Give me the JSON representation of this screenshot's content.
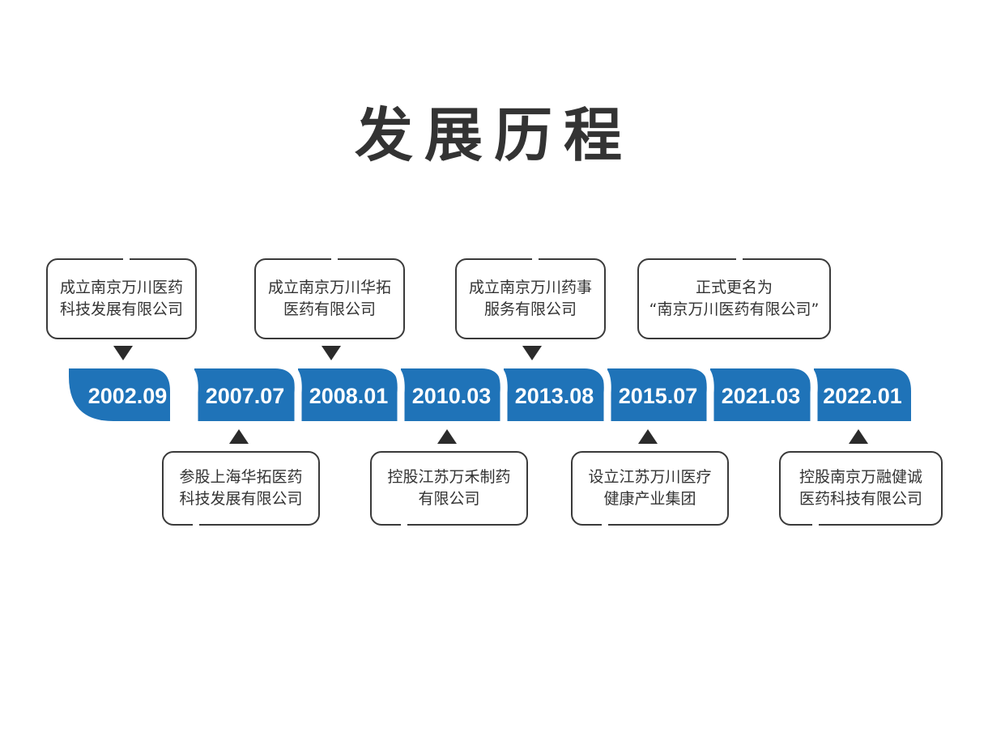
{
  "title": "发展历程",
  "colors": {
    "accent": "#1f73b8",
    "border": "#3a3a3a",
    "text": "#333333"
  },
  "milestones": [
    {
      "date": "2002.09",
      "position": "top",
      "lines": [
        "成立南京万川医药",
        "科技发展有限公司"
      ]
    },
    {
      "date": "2007.07",
      "position": "bottom",
      "lines": [
        "参股上海华拓医药",
        "科技发展有限公司"
      ]
    },
    {
      "date": "2008.01",
      "position": "top",
      "lines": [
        "成立南京万川华拓",
        "医药有限公司"
      ]
    },
    {
      "date": "2010.03",
      "position": "bottom",
      "lines": [
        "控股江苏万禾制药",
        "有限公司"
      ]
    },
    {
      "date": "2013.08",
      "position": "top",
      "lines": [
        "成立南京万川药事",
        "服务有限公司"
      ]
    },
    {
      "date": "2015.07",
      "position": "bottom",
      "lines": [
        "设立江苏万川医疗",
        "健康产业集团"
      ]
    },
    {
      "date": "2021.03",
      "position": "top",
      "lines": [
        "正式更名为",
        "“南京万川医药有限公司”"
      ]
    },
    {
      "date": "2022.01",
      "position": "bottom",
      "lines": [
        "控股南京万融健诚",
        "医药科技有限公司"
      ]
    }
  ]
}
